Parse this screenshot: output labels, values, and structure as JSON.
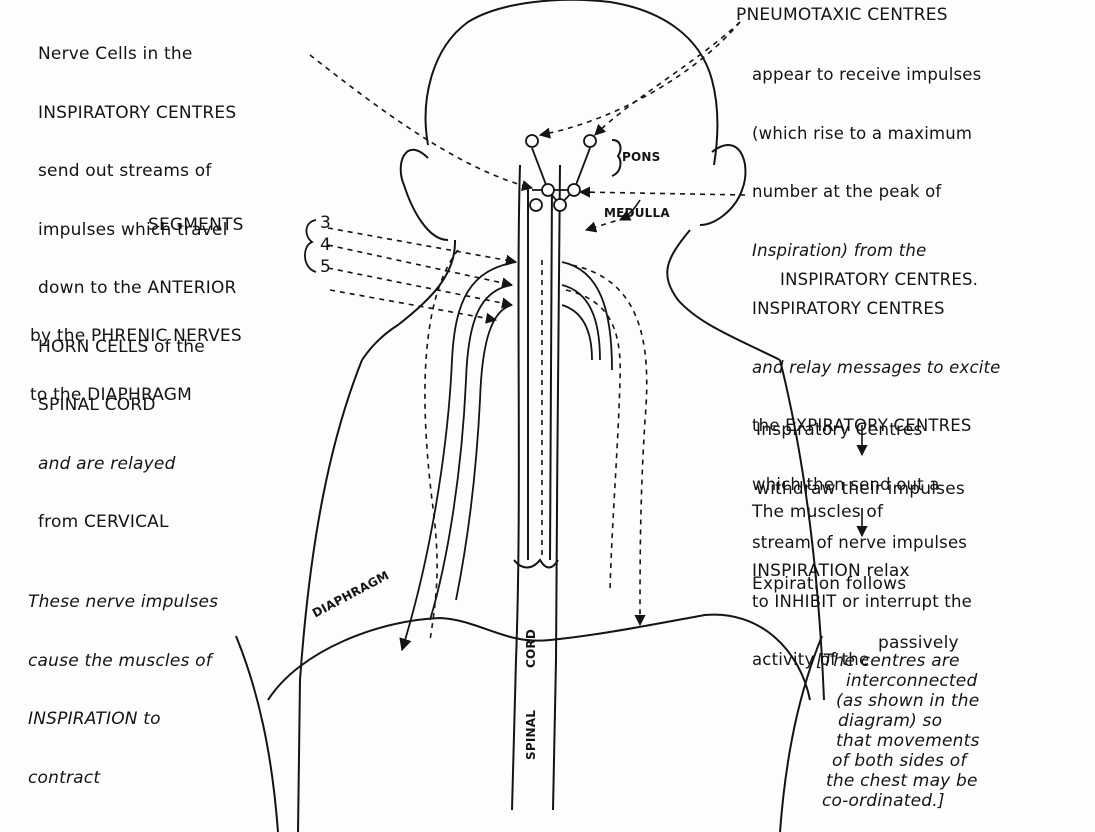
{
  "left_text": {
    "lines": [
      "Nerve Cells in the",
      "INSPIRATORY CENTRES",
      "send out streams of",
      "impulses which travel",
      "down to the ANTERIOR",
      "HORN CELLS of the",
      "SPINAL CORD",
      "and are relayed",
      "from CERVICAL"
    ]
  },
  "segments": {
    "label": "SEGMENTS",
    "numbers": [
      "3",
      "4",
      "5"
    ]
  },
  "phrenic_text": {
    "lines": [
      "by the PHRENIC NERVES",
      "to the DIAPHRAGM"
    ]
  },
  "pneumotaxic_text": {
    "lines": [
      "PNEUMOTAXIC CENTRES",
      "appear to receive impulses",
      "(which rise to a maximum",
      "number at the peak of",
      "Inspiration) from the",
      "INSPIRATORY CENTRES",
      "and relay messages to excite",
      "the EXPIRATORY CENTRES",
      "which then send out a",
      "stream of nerve impulses",
      "to INHIBIT or interrupt the",
      "activity of the",
      "INSPIRATORY CENTRES."
    ]
  },
  "anatomy_labels": {
    "pons": "PONS",
    "medulla": "MEDULLA",
    "diaphragm": "DIAPHRAGM",
    "spinal": "SPINAL",
    "cord": "CORD"
  },
  "sequence": {
    "step1": [
      "Inspiratory Centres",
      "withdraw their impulses"
    ],
    "step2": [
      "The muscles of",
      "INSPIRATION relax"
    ],
    "step3": [
      "Expiration follows",
      "passively"
    ]
  },
  "impulses_text": {
    "lines": [
      "These nerve impulses",
      "cause the muscles of",
      "INSPIRATION to",
      "contract"
    ]
  },
  "note_text": {
    "lines": [
      "[The centres are",
      "interconnected",
      "(as shown in the",
      "diagram) so",
      "that movements",
      "of both sides of",
      "the chest may be",
      "co-ordinated.]"
    ]
  },
  "colors": {
    "ink": "#141414",
    "paper": "#fdfdfb"
  }
}
